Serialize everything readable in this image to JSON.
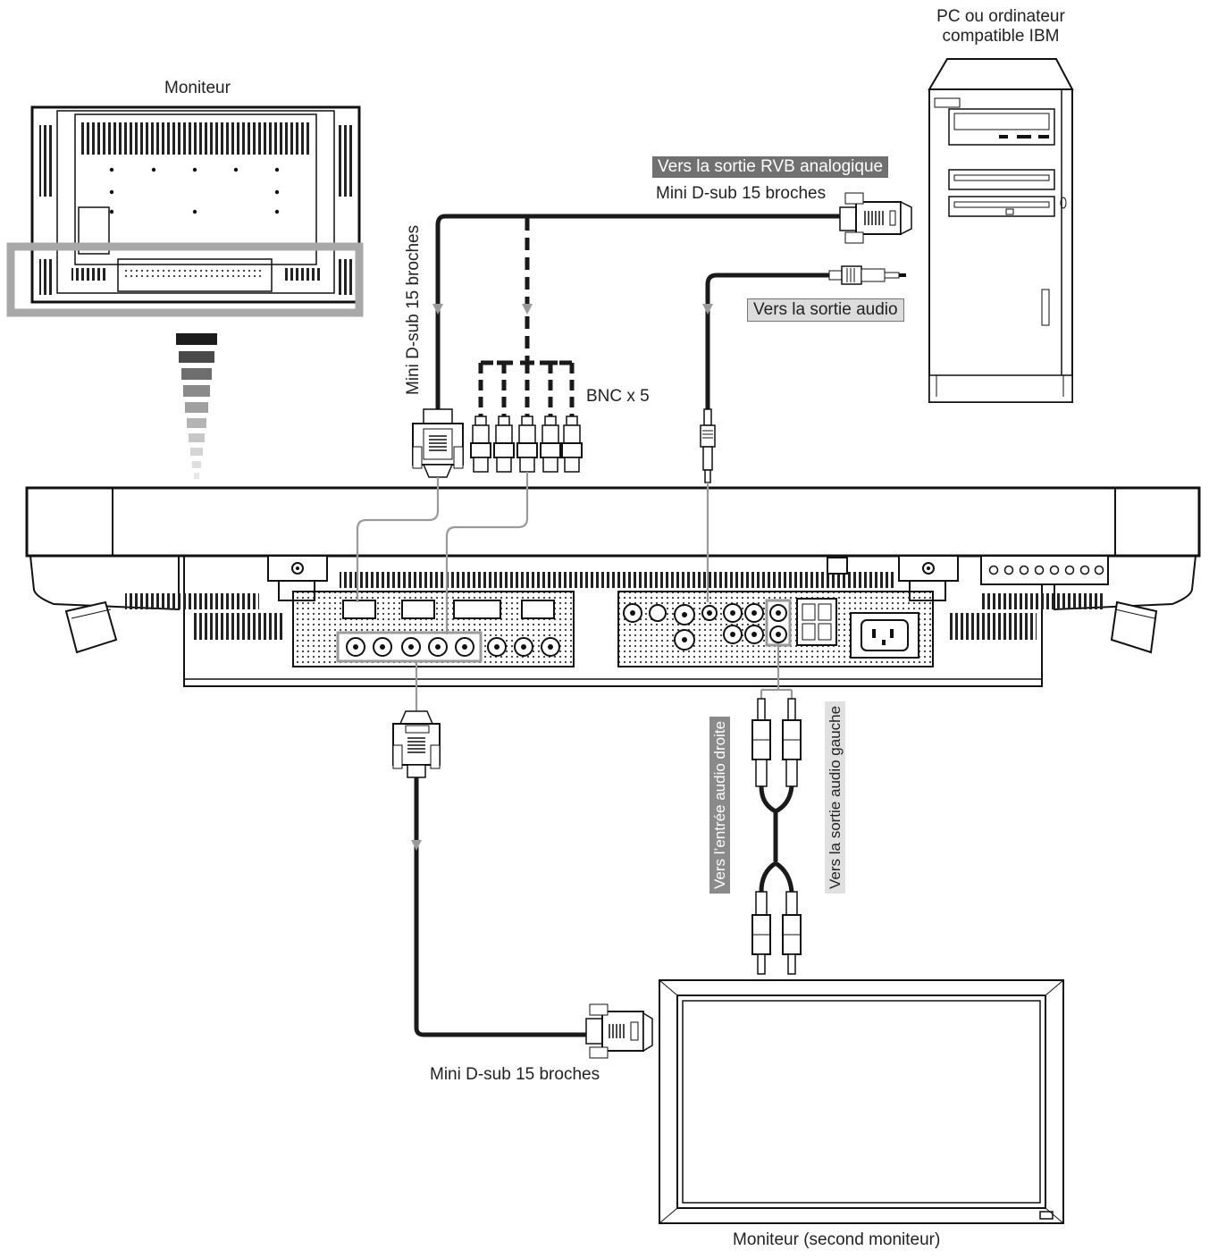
{
  "labels": {
    "pc": "PC ou ordinateur\ncompatible IBM",
    "monitor": "Moniteur",
    "rgb_out": "Vers la sortie RVB analogique",
    "dsub_top": "Mini D-sub 15 broches",
    "dsub_vertical": "Mini D-sub 15 broches",
    "audio_out": "Vers la sortie audio",
    "bnc": "BNC x 5",
    "audio_right": "Vers l’entrée audio droite",
    "audio_left": "Vers la sortie audio gauche",
    "dsub_bottom": "Mini D-sub 15 broches",
    "second_monitor": "Moniteur (second moniteur)"
  },
  "colors": {
    "line": "#1a1a1a",
    "gray_line": "#9a9a9a",
    "panel_gray": "#a8a8a8",
    "dark_tag": "#707070",
    "light_tag": "#dcdcdc"
  }
}
